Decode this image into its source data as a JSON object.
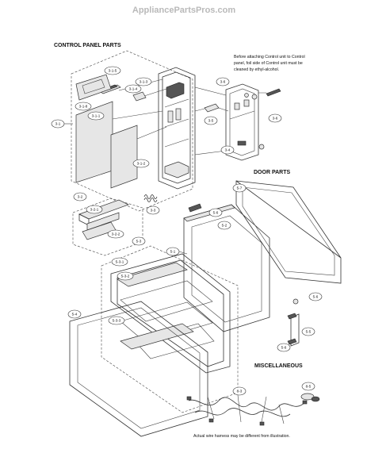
{
  "watermark": "AppliancePartsPros.com",
  "sections": {
    "control_panel": "CONTROL PANEL PARTS",
    "door": "DOOR PARTS",
    "misc": "MISCELLANEOUS"
  },
  "notes": {
    "control_note_1": "Before attaching Control unit to Control",
    "control_note_2": "panel, foil side of Control unit must be",
    "control_note_3": "cleaned by ethyl-alcohol.",
    "harness_note": "Actual wire harness may be different from illustration."
  },
  "callouts": {
    "c315": "3-1-5",
    "c314": "3-1-4",
    "c313": "3-1-3",
    "c318": "3-1-8",
    "c311": "3-1-1",
    "c31": "3-1",
    "c312": "3-1-2",
    "c36": "3-6",
    "c35": "3-5",
    "c36b": "3-6",
    "c34": "3-4",
    "c32": "3-2",
    "c321": "3-2-1",
    "c322": "3-2-2",
    "c33": "3-3",
    "c57": "5-7",
    "c56a": "5-6",
    "c52": "5-2",
    "c53": "5-3",
    "c51": "5-1",
    "c531": "5-3-1",
    "c532": "5-3-2",
    "c533": "5-3-3",
    "c54": "5-4",
    "c56b": "5-6",
    "c55": "5-5",
    "c56c": "5-6",
    "c83": "8-3",
    "c85": "8-5"
  }
}
